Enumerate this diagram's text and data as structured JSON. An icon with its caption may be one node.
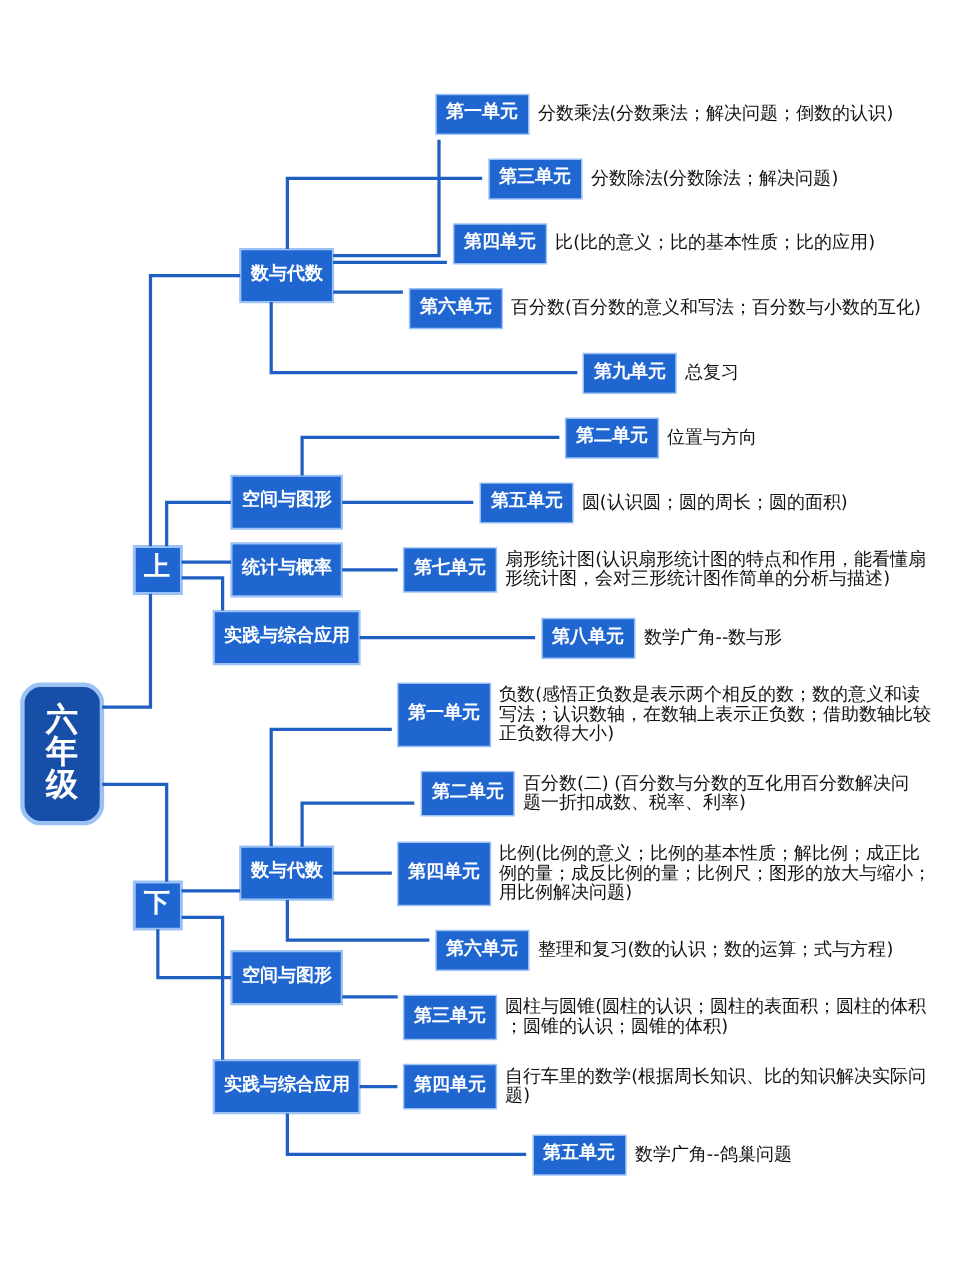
{
  "diagram": {
    "nodes": [
      {
        "text": [
          "六年级"
        ]
      },
      {
        "text": [
          "上"
        ]
      },
      {
        "text": [
          "数与代数"
        ]
      },
      {
        "text": [
          "第一单元"
        ],
        "beside": [
          "分数乘法(分数乘法；解决问题；倒数的认识)"
        ]
      },
      {
        "text": [
          "第三单元"
        ],
        "beside": [
          "分数除法(分数除法；解决问题)"
        ]
      },
      {
        "text": [
          "第四单元"
        ],
        "beside": [
          "比(比的意义；比的基本性质；比的应用)"
        ]
      },
      {
        "text": [
          "第六单元"
        ],
        "beside": [
          "百分数(百分数的意义和写法；百分数与小数的互化)"
        ]
      },
      {
        "text": [
          "第九单元"
        ],
        "beside": [
          "总复习"
        ]
      },
      {
        "text": [
          "空间与图形"
        ]
      },
      {
        "text": [
          "第二单元"
        ],
        "beside": [
          "位置与方向"
        ]
      },
      {
        "text": [
          "第五单元"
        ],
        "beside": [
          "圆(认识圆；圆的周长；圆的面积)"
        ]
      },
      {
        "text": [
          "统计与概率"
        ]
      },
      {
        "text": [
          "第七单元"
        ],
        "beside": [
          "扇形统计图(认识扇形统计图的特点和作用，能看懂扇形统计图，会对三形统计图作简单的分析与描述)"
        ]
      },
      {
        "text": [
          "实践与综合应用"
        ]
      },
      {
        "text": [
          "第八单元"
        ],
        "beside": [
          "数学广角--数与形"
        ]
      },
      {
        "text": [
          "下"
        ]
      },
      {
        "text": [
          "数与代数"
        ]
      },
      {
        "text": [
          "第一单元"
        ],
        "beside": [
          "负数(感悟正负数是表示两个相反的数；数的意义和读写法；认识数轴，在数轴上表示正负数；借助数轴比较正负数得大小)"
        ]
      },
      {
        "text": [
          "第二单元"
        ],
        "beside": [
          "百分数(二) (百分数与分数的互化用百分数解决问题一折扣成数、税率、利率)"
        ]
      },
      {
        "text": [
          "第四单元"
        ],
        "beside": [
          "比例(比例的意义；比例的基本性质；解比例；成正比例的量；成反比例的量；比例尺；图形的放大与缩小；用比例解决问题)"
        ]
      },
      {
        "text": [
          "第六单元"
        ],
        "beside": [
          "整理和复习(数的认识；数的运算；式与方程)"
        ]
      },
      {
        "text": [
          "空间与图形"
        ]
      },
      {
        "text": [
          "第三单元"
        ],
        "beside": [
          "圆柱与圆锥(圆柱的认识；圆柱的表面积；圆柱的体积；圆锥的认识；圆锥的体积)"
        ]
      },
      {
        "text": [
          "实践与综合应用"
        ]
      },
      {
        "text": [
          "第四单元"
        ],
        "beside": [
          "自行车里的数学(根据周长知识、比的知识解决实际问题)"
        ]
      },
      {
        "text": [
          "第五单元"
        ],
        "beside": [
          "数学广角--鸽巢问题"
        ]
      }
    ],
    "edges": [
      {
        "from": 0,
        "to": 1,
        "arrow": "none"
      },
      {
        "from": 1,
        "to": 2,
        "arrow": "none"
      },
      {
        "from": 2,
        "to": 3,
        "arrow": "none"
      },
      {
        "from": 2,
        "to": 4,
        "arrow": "none"
      },
      {
        "from": 2,
        "to": 5,
        "arrow": "none"
      },
      {
        "from": 2,
        "to": 6,
        "arrow": "none"
      },
      {
        "from": 2,
        "to": 7,
        "arrow": "none"
      },
      {
        "from": 1,
        "to": 8,
        "arrow": "none"
      },
      {
        "from": 8,
        "to": 9,
        "arrow": "none"
      },
      {
        "from": 8,
        "to": 10,
        "arrow": "none"
      },
      {
        "from": 1,
        "to": 11,
        "arrow": "none"
      },
      {
        "from": 11,
        "to": 12,
        "arrow": "none"
      },
      {
        "from": 1,
        "to": 13,
        "arrow": "none"
      },
      {
        "from": 13,
        "to": 14,
        "arrow": "none"
      },
      {
        "from": 0,
        "to": 15,
        "arrow": "none"
      },
      {
        "from": 15,
        "to": 16,
        "arrow": "none"
      },
      {
        "from": 16,
        "to": 17,
        "arrow": "none"
      },
      {
        "from": 16,
        "to": 18,
        "arrow": "none"
      },
      {
        "from": 16,
        "to": 19,
        "arrow": "none"
      },
      {
        "from": 16,
        "to": 20,
        "arrow": "none"
      },
      {
        "from": 15,
        "to": 21,
        "arrow": "none"
      },
      {
        "from": 21,
        "to": 22,
        "arrow": "none"
      },
      {
        "from": 15,
        "to": 23,
        "arrow": "none"
      },
      {
        "from": 23,
        "to": 24,
        "arrow": "none"
      },
      {
        "from": 23,
        "to": 25,
        "arrow": "none"
      }
    ]
  }
}
